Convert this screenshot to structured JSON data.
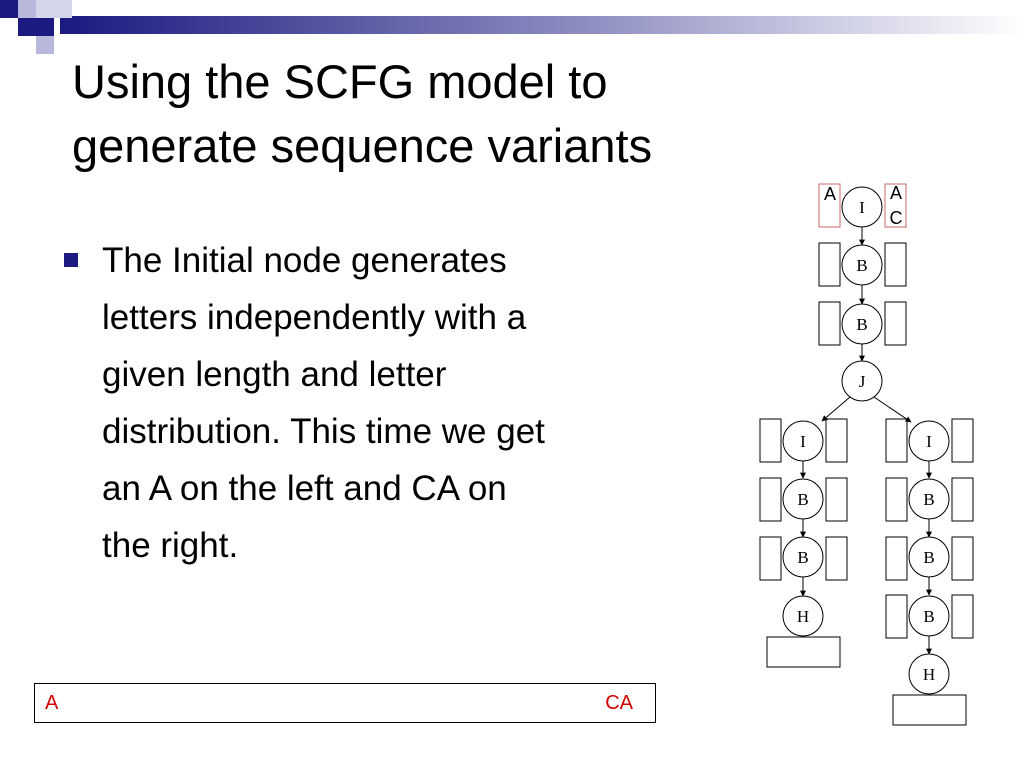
{
  "slide": {
    "title_lines": [
      "Using the SCFG model to",
      "generate sequence variants"
    ],
    "bullet_lines": [
      "The Initial node generates",
      "letters independently with a",
      "given length and letter",
      "distribution.  This time we get",
      "an A on the left and CA on",
      "the right."
    ]
  },
  "sequence": {
    "left": "A",
    "right": "CA"
  },
  "tree": {
    "nodes": {
      "top_i": "I",
      "top_b1": "B",
      "top_b2": "B",
      "junction": "J",
      "left_i": "I",
      "left_b1": "B",
      "left_b2": "B",
      "left_h": "H",
      "right_i": "I",
      "right_b1": "B",
      "right_b2": "B",
      "right_b3": "B",
      "right_h": "H"
    },
    "emitted": {
      "left": "A",
      "right_1": "A",
      "right_2": "C"
    }
  },
  "colors": {
    "accent_navy": "#1a1a80",
    "highlight_red": "#d40000"
  }
}
